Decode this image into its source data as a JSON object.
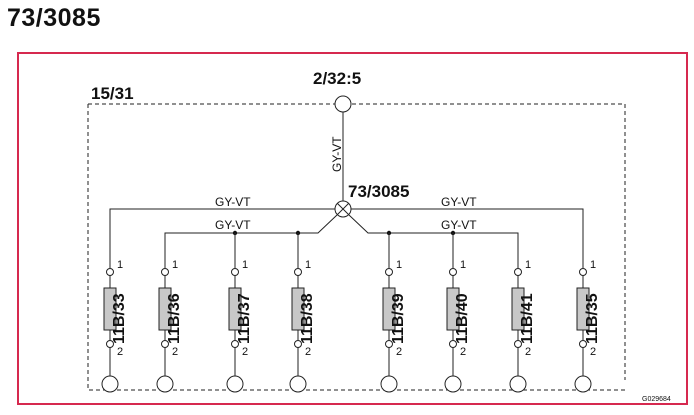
{
  "title": "73/3085",
  "labels": {
    "ground": "15/31",
    "connector": "2/32:5",
    "splice": "73/3085",
    "wire_vertical": "GY-VT",
    "wire_upper_left": "GY-VT",
    "wire_lower_left": "GY-VT",
    "wire_upper_right": "GY-VT",
    "wire_lower_right": "GY-VT",
    "drawing_number": "G029684"
  },
  "colors": {
    "frame": "#d6294f",
    "line": "#222222",
    "fuse_fill": "#c8c8c8"
  },
  "fuses": [
    {
      "label": "11B/33",
      "pin_top": "1",
      "pin_bottom": "2"
    },
    {
      "label": "11B/36",
      "pin_top": "1",
      "pin_bottom": "2"
    },
    {
      "label": "11B/37",
      "pin_top": "1",
      "pin_bottom": "2"
    },
    {
      "label": "11B/38",
      "pin_top": "1",
      "pin_bottom": "2"
    },
    {
      "label": "11B/39",
      "pin_top": "1",
      "pin_bottom": "2"
    },
    {
      "label": "11B/40",
      "pin_top": "1",
      "pin_bottom": "2"
    },
    {
      "label": "11B/41",
      "pin_top": "1",
      "pin_bottom": "2"
    },
    {
      "label": "11B/35",
      "pin_top": "1",
      "pin_bottom": "2"
    }
  ]
}
